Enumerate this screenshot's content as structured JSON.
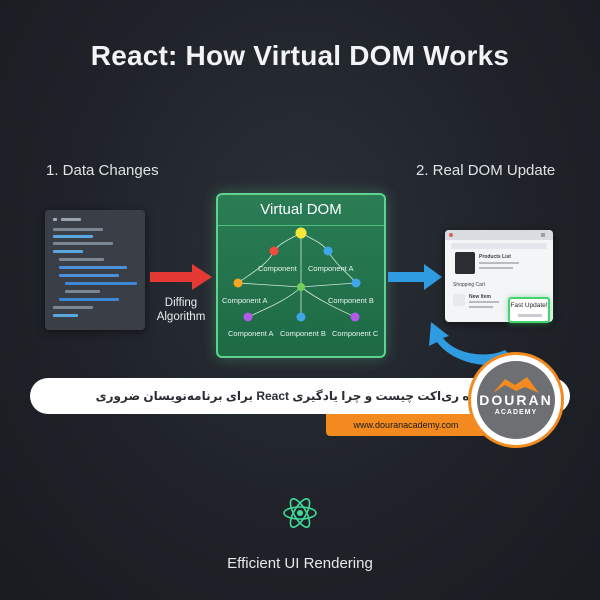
{
  "title": "React: How Virtual DOM Works",
  "steps": {
    "step1": "1. Data Changes",
    "step2": "2. Real DOM Update"
  },
  "virtual_dom": {
    "title": "Virtual DOM",
    "nodes": [
      {
        "label": "",
        "color": "#f7e53a"
      },
      {
        "label": "Component",
        "color": "#f24a3d"
      },
      {
        "label": "Component A",
        "color": "#3fa7e8"
      },
      {
        "label": "Component A",
        "color": "#f5a623"
      },
      {
        "label": "",
        "color": "#6fcf5a"
      },
      {
        "label": "Component B",
        "color": "#3fa7e8"
      },
      {
        "label": "Component A",
        "color": "#b25be8"
      },
      {
        "label": "Component B",
        "color": "#3fa7e8"
      },
      {
        "label": "Component C",
        "color": "#b25be8"
      }
    ]
  },
  "diffing": {
    "line1": "Diffing",
    "line2": "Algorithm"
  },
  "browser": {
    "product_title": "Products List",
    "cart_label": "Shopping Cart",
    "item_label": "New Item",
    "fast_update": "Fast Update!"
  },
  "banner": {
    "text": "دوره ری‌اکت چیست و چرا یادگیری React برای برنامه‌نویسان ضروری است؟",
    "url": "www.douranacademy.com"
  },
  "logo": {
    "brand": "DOURAN",
    "sub": "ACADEMY"
  },
  "footer": "Efficient UI Rendering",
  "colors": {
    "accent_orange": "#f28a1f",
    "arrow_red": "#e53935",
    "arrow_blue": "#2f9be0",
    "vdom_green": "#1d6a45",
    "update_green": "#45d36e"
  }
}
